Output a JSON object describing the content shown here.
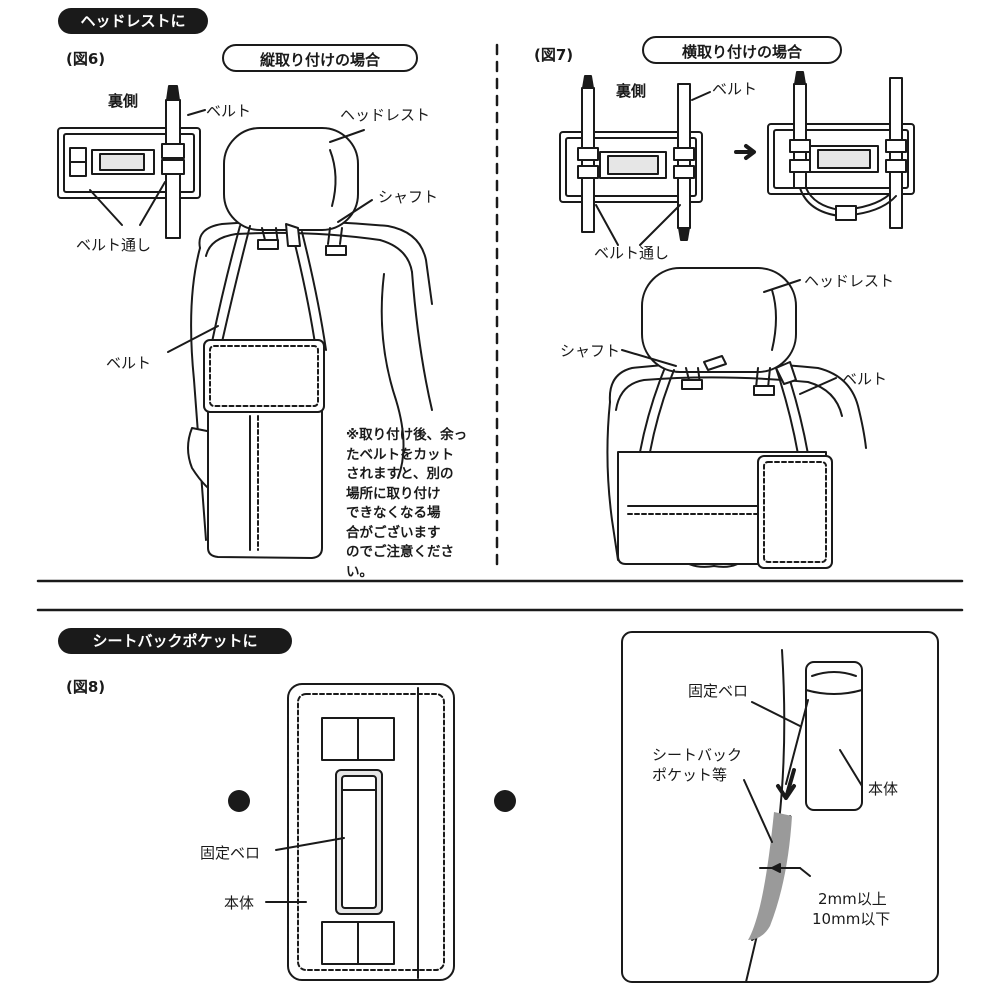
{
  "top_banner": "ヘッドレストに",
  "bottom_banner": "シートバックポケットに",
  "fig6": {
    "label": "(図6)",
    "title": "縦取り付けの場合",
    "back_side": "裏側",
    "belt": "ベルト",
    "belt_loop": "ベルト通し",
    "headrest": "ヘッドレスト",
    "shaft": "シャフト",
    "belt2": "ベルト",
    "note_lines": [
      "※取り付け後、余っ",
      "たベルトをカット",
      "されますと、別の",
      "場所に取り付け",
      "できなくなる場",
      "合がございます",
      "のでご注意くださ",
      "い。"
    ]
  },
  "fig7": {
    "label": "(図7)",
    "title": "横取り付けの場合",
    "back_side": "裏側",
    "belt": "ベルト",
    "belt_loop": "ベルト通し",
    "headrest": "ヘッドレスト",
    "shaft": "シャフト",
    "belt2": "ベルト"
  },
  "fig8": {
    "label": "(図8)",
    "fixing_flap": "固定ベロ",
    "body": "本体",
    "detail_fixing_flap": "固定ベロ",
    "seatback_pocket_lines": [
      "シートバック",
      "ポケット等"
    ],
    "detail_body": "本体",
    "thickness_lines": [
      "2mm以上",
      "10mm以下"
    ]
  },
  "colors": {
    "ink": "#1a1a1a",
    "fill_light": "#e6e6e6",
    "fill_gray": "#9a9a9a",
    "background": "#ffffff"
  }
}
